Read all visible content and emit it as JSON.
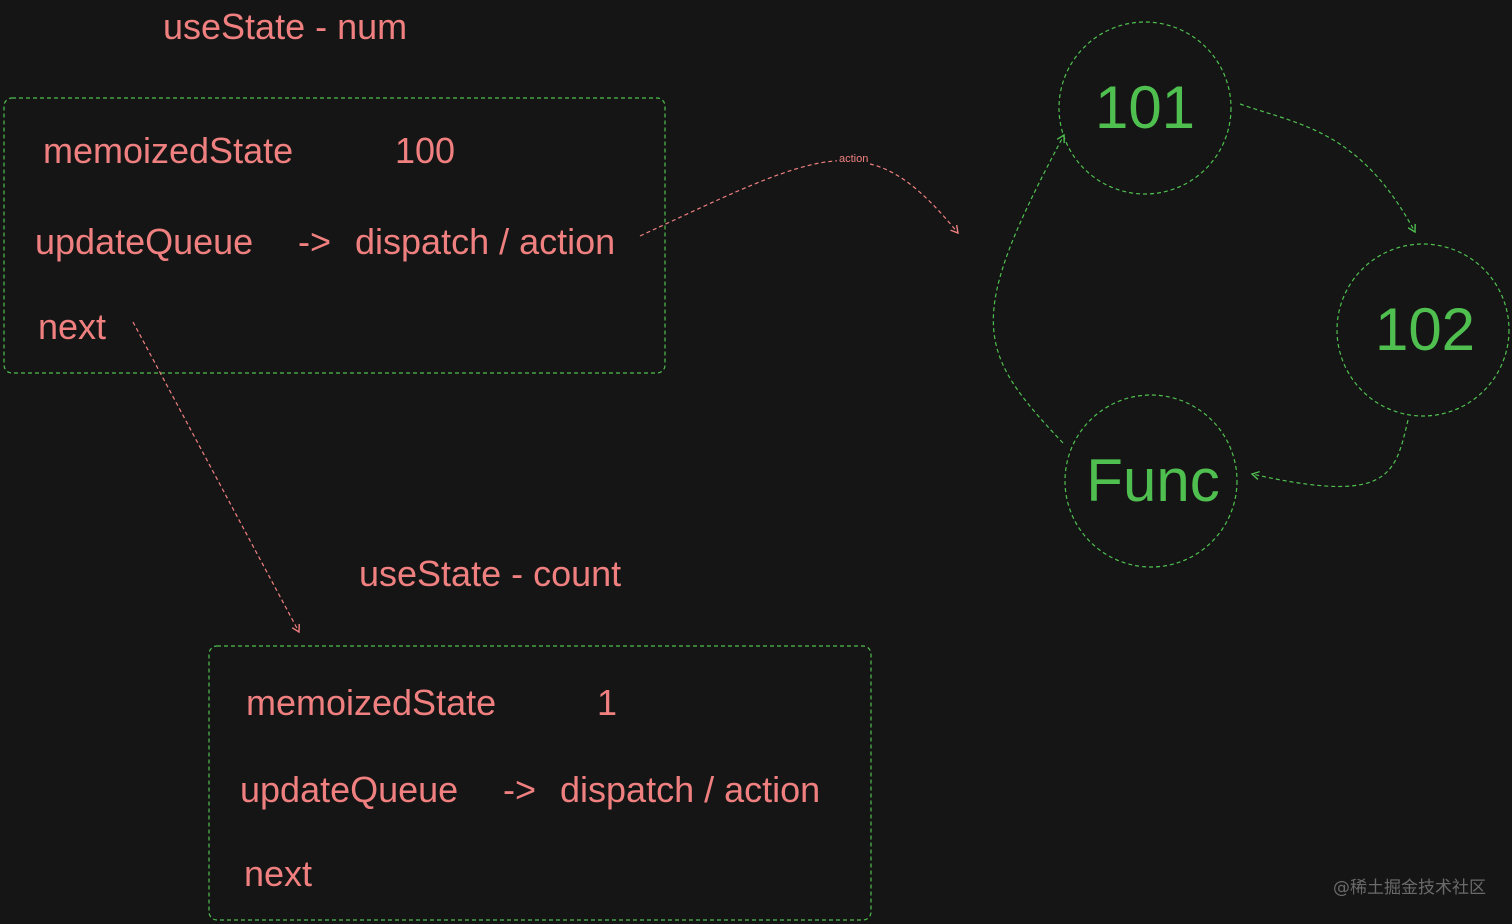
{
  "colors": {
    "background": "#151515",
    "text": "#f08080",
    "node": "#4fbf4f",
    "box_border": "#4fbf4f",
    "link": "#f08080",
    "watermark": "#6a6a6a"
  },
  "hook_num": {
    "title": "useState  - num",
    "memoized_label": "memoizedState",
    "memoized_value": "100",
    "queue_label": "updateQueue",
    "arrow": "->",
    "queue_value": "dispatch / action",
    "next_label": "next"
  },
  "hook_count": {
    "title": "useState  - count",
    "memoized_label": "memoizedState",
    "memoized_value": "1",
    "queue_label": "updateQueue",
    "arrow": "->",
    "queue_value": "dispatch / action",
    "next_label": "next"
  },
  "edge_action_label": "action",
  "cycle": {
    "nodes": [
      "101",
      "102",
      "Func"
    ],
    "icon": "dashed-circle-node"
  },
  "watermark": "@稀土掘金技术社区"
}
